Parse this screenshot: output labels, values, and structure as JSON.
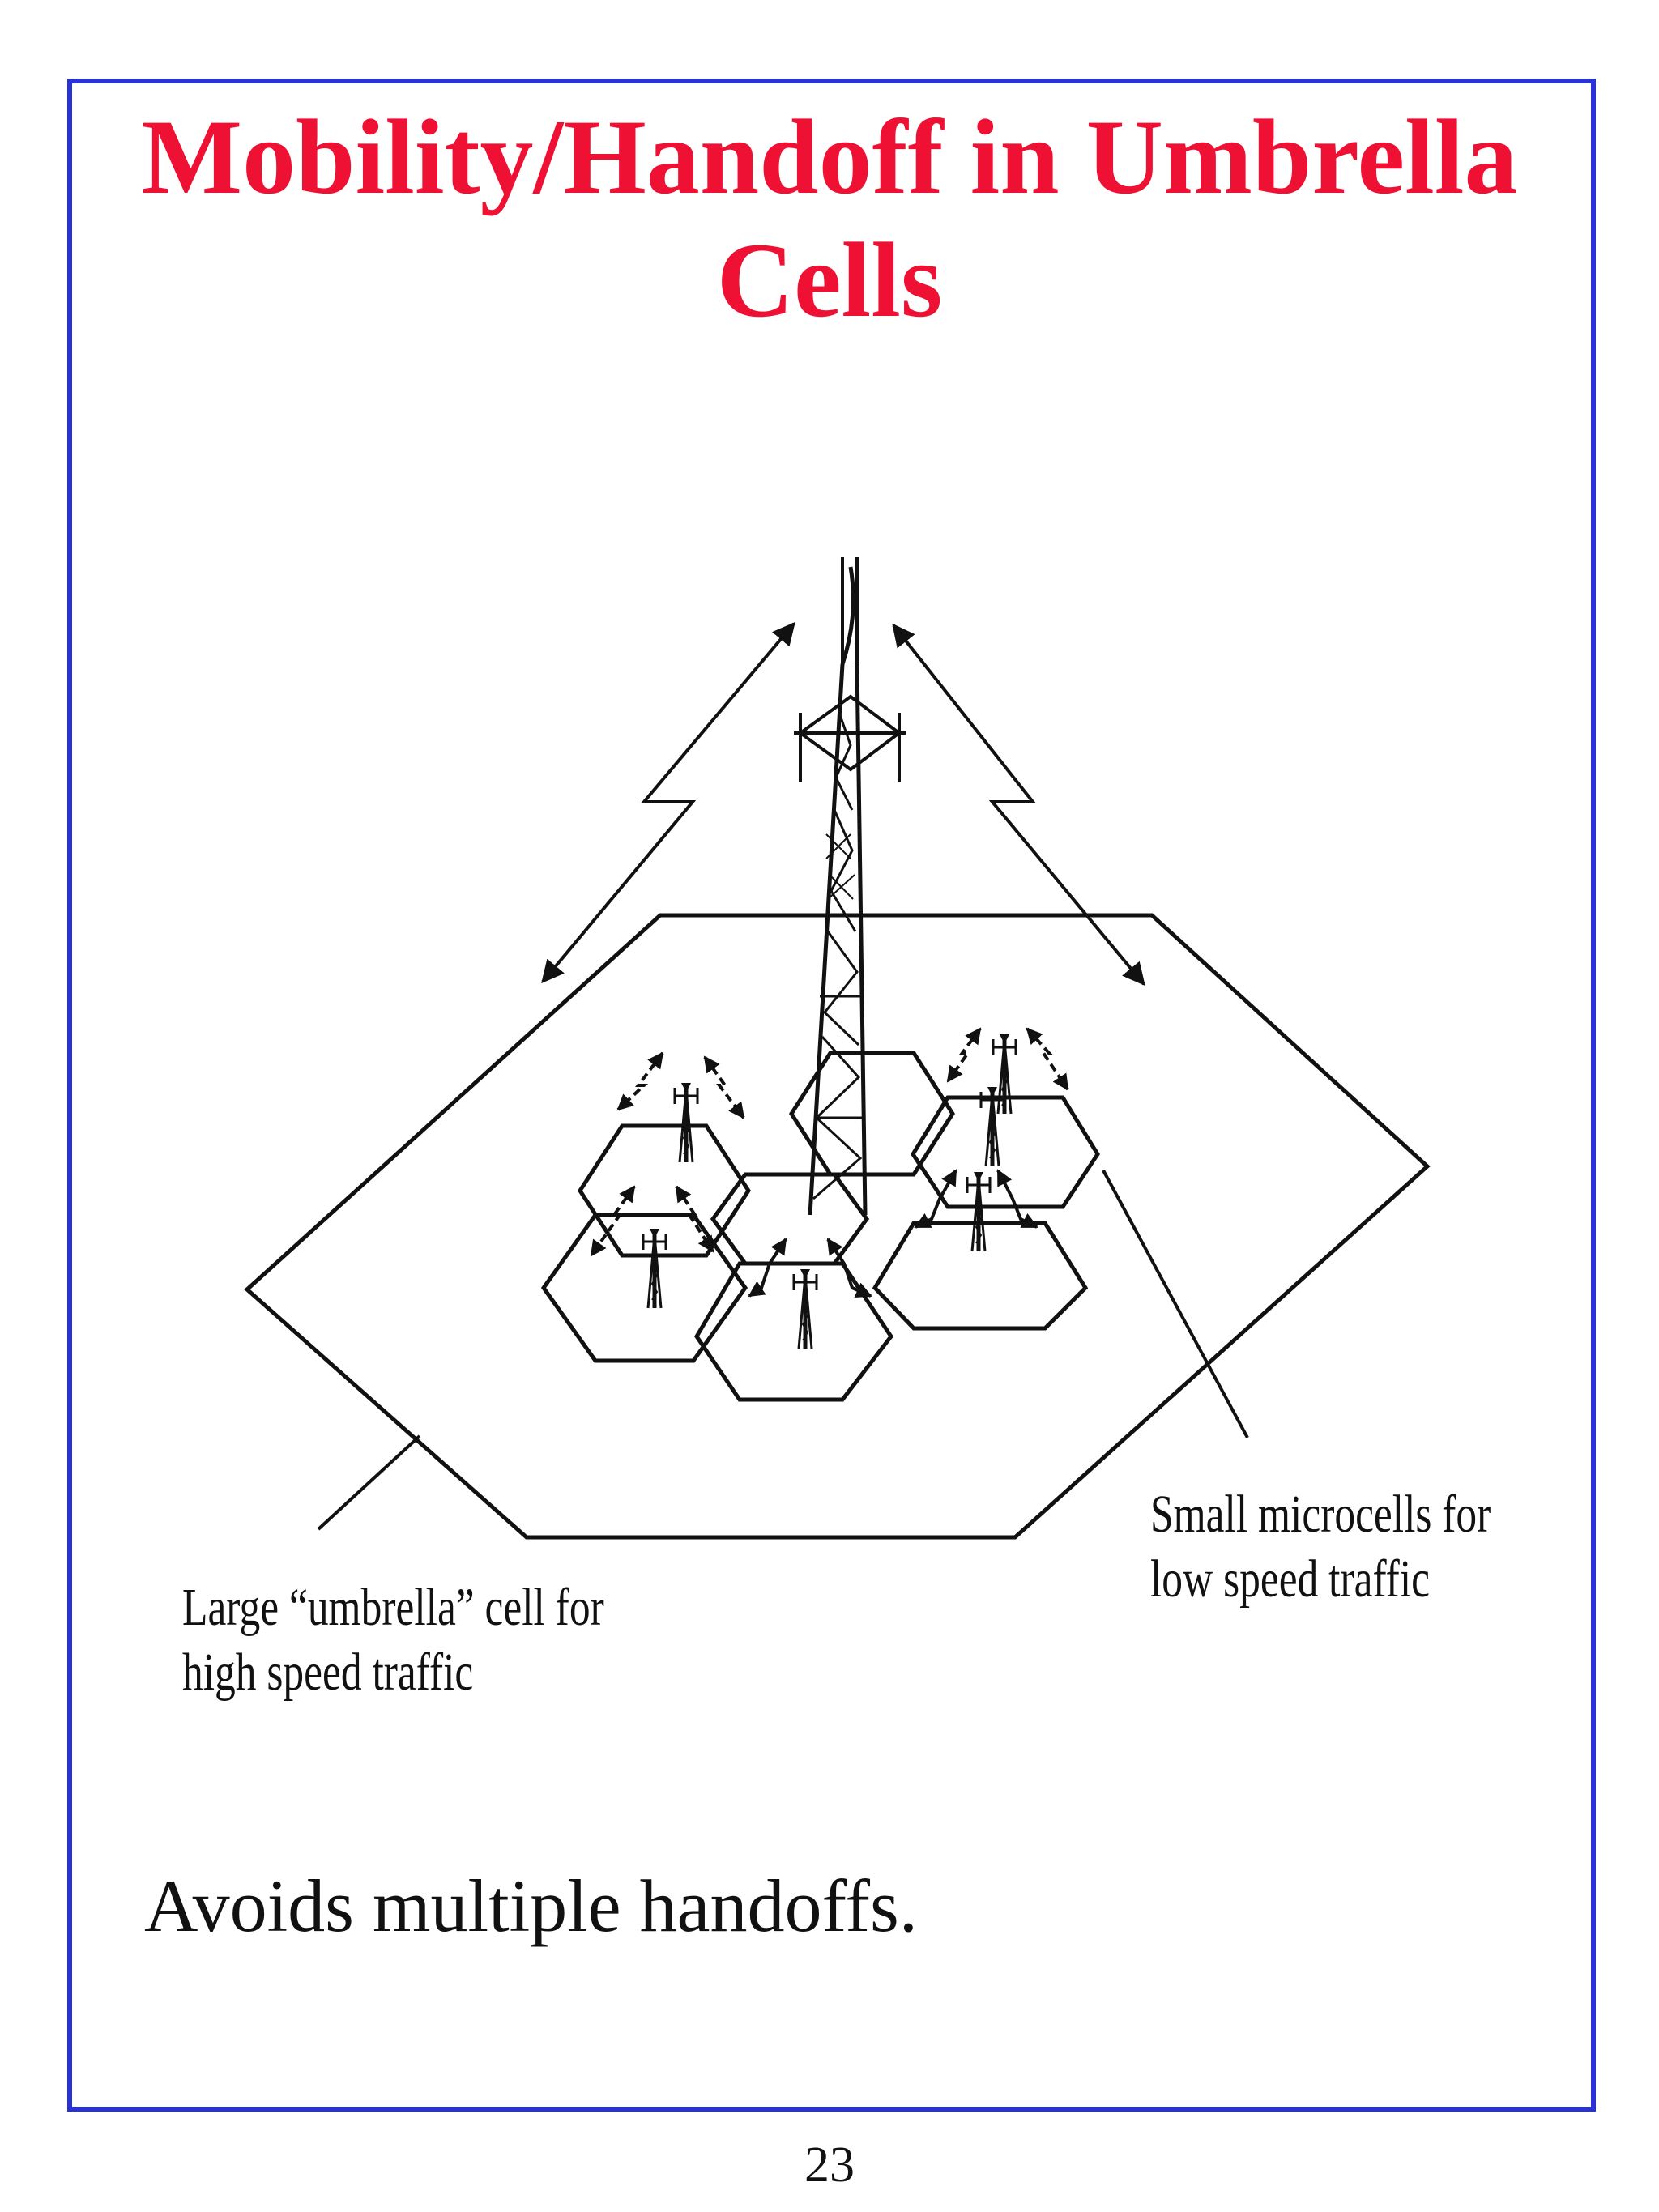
{
  "slide": {
    "title_line1": "Mobility/Handoff in Umbrella",
    "title_line2": "Cells",
    "bullet": "Avoids multiple handoffs.",
    "page_number": "23"
  },
  "diagram": {
    "umbrella_caption_line1": "Large “umbrella” cell for",
    "umbrella_caption_line2": "high speed traffic",
    "microcell_caption_line1": "Small microcells for",
    "microcell_caption_line2": "low speed traffic"
  },
  "colors": {
    "title": "#ee1133",
    "frame_border": "#2733d6",
    "diagram_ink": "#111111"
  }
}
